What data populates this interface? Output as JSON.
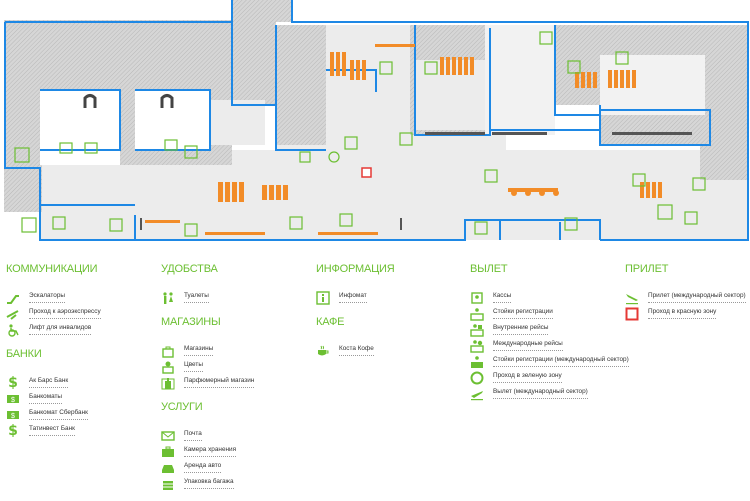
{
  "colors": {
    "wall": "#1e88e5",
    "hatch": "#bdbdbd",
    "floor": "#e9e9e9",
    "seat": "#f28c28",
    "icon_green": "#6cbf32",
    "red_zone": "#e53935",
    "text": "#333333"
  },
  "legend": {
    "communications": {
      "title": "КОММУНИКАЦИИ",
      "items": [
        {
          "icon": "escalator-icon",
          "label": "Эскалаторы"
        },
        {
          "icon": "aeroexpress-icon",
          "label": "Проход к аэроэкспрессу"
        },
        {
          "icon": "wheelchair-lift-icon",
          "label": "Лифт для инвалидов"
        }
      ]
    },
    "banks": {
      "title": "БАНКИ",
      "items": [
        {
          "icon": "dollar-icon",
          "label": "Ак Барс Банк"
        },
        {
          "icon": "atm-icon",
          "label": "Банкоматы"
        },
        {
          "icon": "atm-icon",
          "label": "Банкомат Сбербанк"
        },
        {
          "icon": "dollar-icon",
          "label": "Татинвест Банк"
        }
      ]
    },
    "amenities": {
      "title": "УДОБСТВА",
      "items": [
        {
          "icon": "toilets-icon",
          "label": "Туалеты"
        }
      ]
    },
    "shops": {
      "title": "МАГАЗИНЫ",
      "items": [
        {
          "icon": "shop-icon",
          "label": "Магазины"
        },
        {
          "icon": "flowers-icon",
          "label": "Цветы"
        },
        {
          "icon": "perfume-icon",
          "label": "Парфюмерный магазин"
        }
      ]
    },
    "services": {
      "title": "УСЛУГИ",
      "items": [
        {
          "icon": "mail-icon",
          "label": "Почта"
        },
        {
          "icon": "luggage-storage-icon",
          "label": "Камера хранения"
        },
        {
          "icon": "car-rental-icon",
          "label": "Аренда авто"
        },
        {
          "icon": "baggage-wrap-icon",
          "label": "Упаковка багажа"
        }
      ]
    },
    "information": {
      "title": "ИНФОРМАЦИЯ",
      "items": [
        {
          "icon": "info-icon",
          "label": "Инфомат"
        }
      ]
    },
    "cafe": {
      "title": "КАФЕ",
      "items": [
        {
          "icon": "coffee-icon",
          "label": "Коста Кофе"
        }
      ]
    },
    "departure": {
      "title": "ВЫЛЕТ",
      "items": [
        {
          "icon": "ticket-office-icon",
          "label": "Кассы"
        },
        {
          "icon": "checkin-icon",
          "label": "Стойки регистрации"
        },
        {
          "icon": "domestic-flights-icon",
          "label": "Внутренние рейсы"
        },
        {
          "icon": "international-flights-icon",
          "label": "Международные рейсы"
        },
        {
          "icon": "checkin-intl-icon",
          "label": "Стойки регистрации (международный сектор)"
        },
        {
          "icon": "green-zone-icon",
          "label": "Проход в зеленую зону"
        },
        {
          "icon": "departure-plane-icon",
          "label": "Вылет (международный сектор)"
        }
      ]
    },
    "arrival": {
      "title": "ПРИЛЕТ",
      "items": [
        {
          "icon": "arrival-plane-icon",
          "label": "Прилет (международный сектор)"
        },
        {
          "icon": "red-zone-icon",
          "label": "Проход в красную зону"
        }
      ]
    }
  }
}
